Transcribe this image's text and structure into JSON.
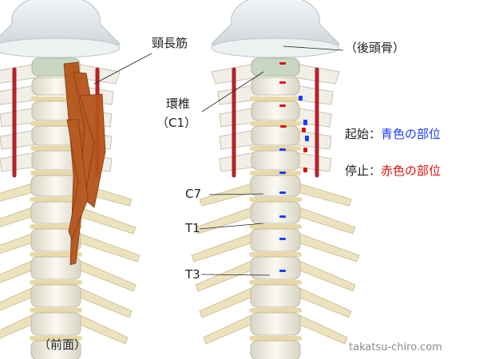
{
  "labels": {
    "longus_colli": "頸長筋",
    "occipital": "（後頭骨）",
    "atlas_line1": "環椎",
    "atlas_line2": "（C1）",
    "c7": "C7",
    "t1": "T1",
    "t3": "T3",
    "front_view": "（前面）"
  },
  "legend": {
    "origin_label": "起始：",
    "origin_value": "青色の部位",
    "insertion_label": "停止：",
    "insertion_value": "赤色の部位",
    "origin_color": "#1a3cff",
    "insertion_color": "#e01010"
  },
  "footer": {
    "watermark": "takatsu-chiro.com"
  },
  "colors": {
    "bone": "#f2f0e6",
    "bone_shade": "#d8d4c2",
    "disc": "#e9d9a8",
    "rib": "#e8d9a2",
    "artery": "#b3232b",
    "muscle": "#b5541a",
    "skull": "#e7ecef"
  }
}
